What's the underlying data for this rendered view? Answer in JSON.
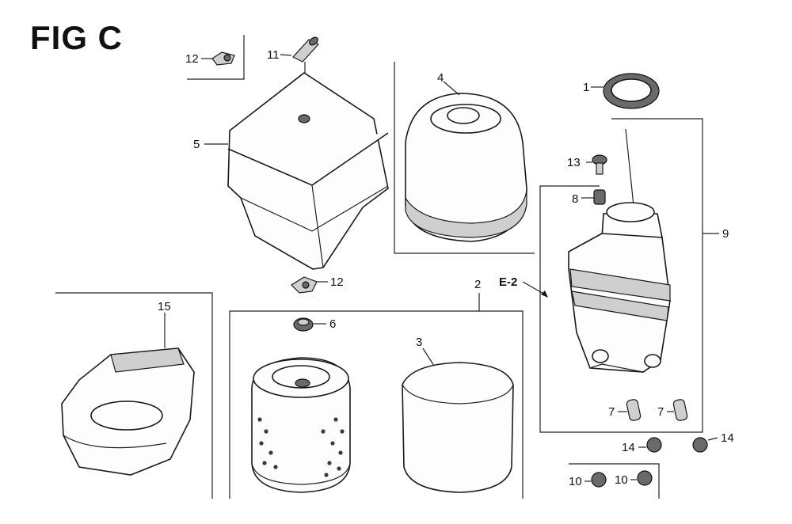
{
  "figure": {
    "title": "FIG C"
  },
  "callouts": {
    "p1": "1",
    "p2": "2",
    "p3": "3",
    "p4": "4",
    "p5": "5",
    "p6": "6",
    "p7a": "7",
    "p7b": "7",
    "p8": "8",
    "p9": "9",
    "p10a": "10",
    "p10b": "10",
    "p11": "11",
    "p12a": "12",
    "p12b": "12",
    "p13": "13",
    "p14a": "14",
    "p14b": "14",
    "p15": "15",
    "ref_e2": "E-2"
  }
}
